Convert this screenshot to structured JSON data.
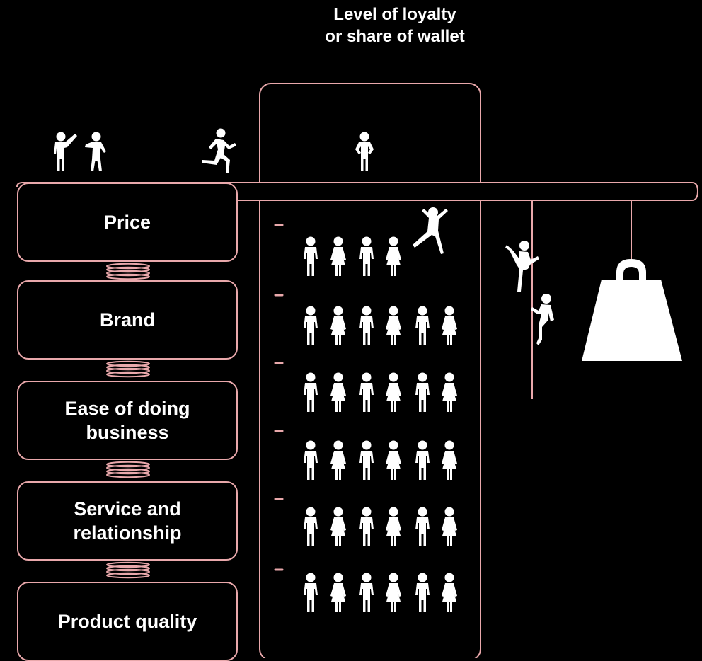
{
  "title": {
    "line1": "Level of loyalty",
    "line2": "or share of wallet"
  },
  "factors": [
    {
      "label": "Price"
    },
    {
      "label": "Brand"
    },
    {
      "label": "Ease of doing business"
    },
    {
      "label": "Service and relationship"
    },
    {
      "label": "Product quality"
    }
  ],
  "crowd_rows": [
    4,
    6,
    6,
    6,
    6,
    6
  ],
  "colors": {
    "background": "#000000",
    "outline": "#e9a8ab",
    "figure": "#ffffff"
  },
  "icons": [
    "person-icon",
    "running-person-icon",
    "jumping-person-icon",
    "climbing-person-icon",
    "weight-icon",
    "spring-icon"
  ]
}
